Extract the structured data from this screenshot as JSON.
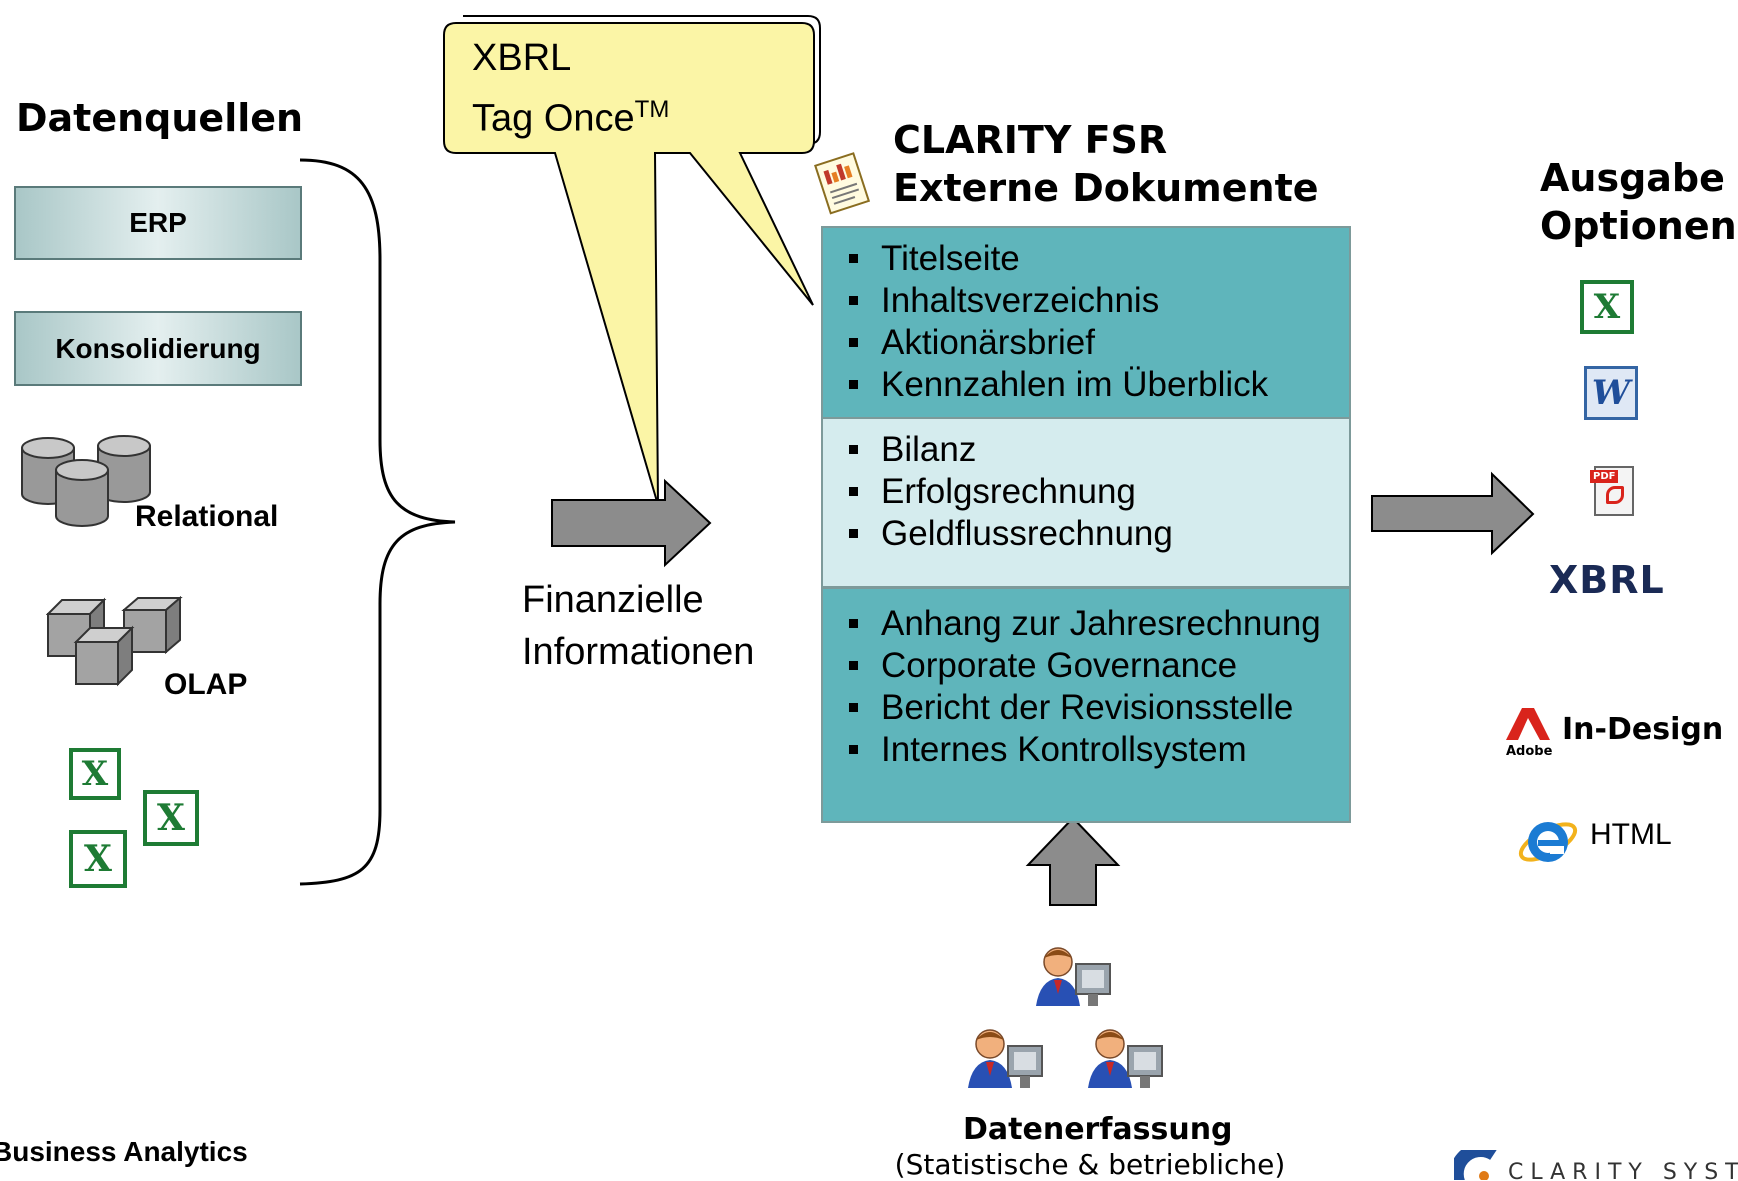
{
  "sources": {
    "title": "Datenquellen",
    "erp": "ERP",
    "konsolidierung": "Konsolidierung",
    "relational": "Relational",
    "olap": "OLAP"
  },
  "bubble": {
    "line1": "XBRL",
    "line2": "Tag Once",
    "tm": "TM"
  },
  "finanzielle": {
    "line1": "Finanzielle",
    "line2": "Informationen"
  },
  "clarity": {
    "title_line1": "CLARITY FSR",
    "title_line2": "Externe Dokumente",
    "section1": [
      "Titelseite",
      "Inhaltsverzeichnis",
      "Aktionärsbrief",
      "Kennzahlen im Überblick"
    ],
    "section2": [
      "Bilanz",
      "Erfolgsrechnung",
      "Geldflussrechnung"
    ],
    "section3": [
      "Anhang zur Jahresrechnung",
      "Corporate Governance",
      "Bericht der Revisionsstelle",
      "Internes Kontrollsystem"
    ]
  },
  "output": {
    "title_line1": "Ausgabe",
    "title_line2": "Optionen",
    "xbrl_logo": "XBRL",
    "adobe_label": "Adobe",
    "indesign": "In-Design",
    "html": "HTML",
    "pdf_label": "PDF"
  },
  "capture": {
    "title": "Datenerfassung",
    "subtitle": "(Statistische & betriebliche)"
  },
  "footer": {
    "left": "Business Analytics",
    "logo_text": "CLARITY SYSTEMS"
  },
  "icons": {
    "excel_letter": "X",
    "word_letter": "W"
  },
  "colors": {
    "teal_dark": "#5fb5bb",
    "teal_light": "#d5ecee",
    "bubble": "#fbf5a6",
    "excel_green": "#1e7b34",
    "adobe_red": "#d9241c",
    "arrow_gray": "#8c8c8c"
  }
}
